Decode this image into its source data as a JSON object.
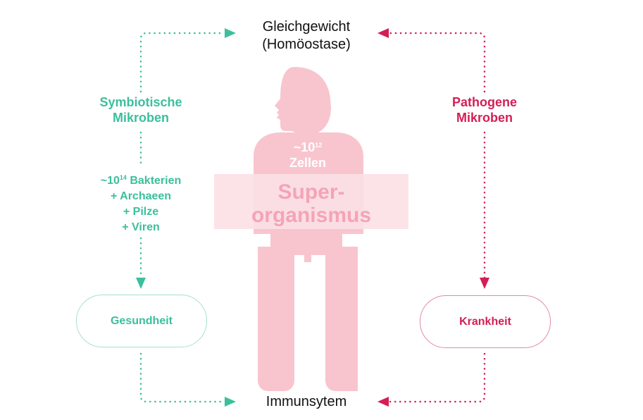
{
  "colors": {
    "symbiotic": "#3bbf9c",
    "pathogenic": "#d41e55",
    "figure": "#f8c5cf",
    "figure_label": "#ffffff",
    "super_box": "#fbe0e5",
    "text": "#111111"
  },
  "icons": [
    "human-figure-icon",
    "arrow-right-icon",
    "arrow-left-icon",
    "arrow-down-icon"
  ],
  "top": {
    "line1": "Gleichgewicht",
    "line2": "(Homöostase)"
  },
  "bottom": {
    "label": "Immunsytem"
  },
  "left": {
    "heading1": "Symbiotische",
    "heading2": "Mikroben",
    "bacteria_prefix": "~10",
    "bacteria_exp": "14",
    "bacteria_label": "Bakterien",
    "archaea": "+ Archaeen",
    "fungi": "+ Pilze",
    "viruses": "+ Viren",
    "pill": "Gesundheit"
  },
  "right": {
    "heading1": "Pathogene",
    "heading2": "Mikroben",
    "pill": "Krankheit"
  },
  "center": {
    "cells_prefix": "~10",
    "cells_exp": "12",
    "cells_label": "Zellen",
    "super1": "Super-",
    "super2": "organismus"
  }
}
